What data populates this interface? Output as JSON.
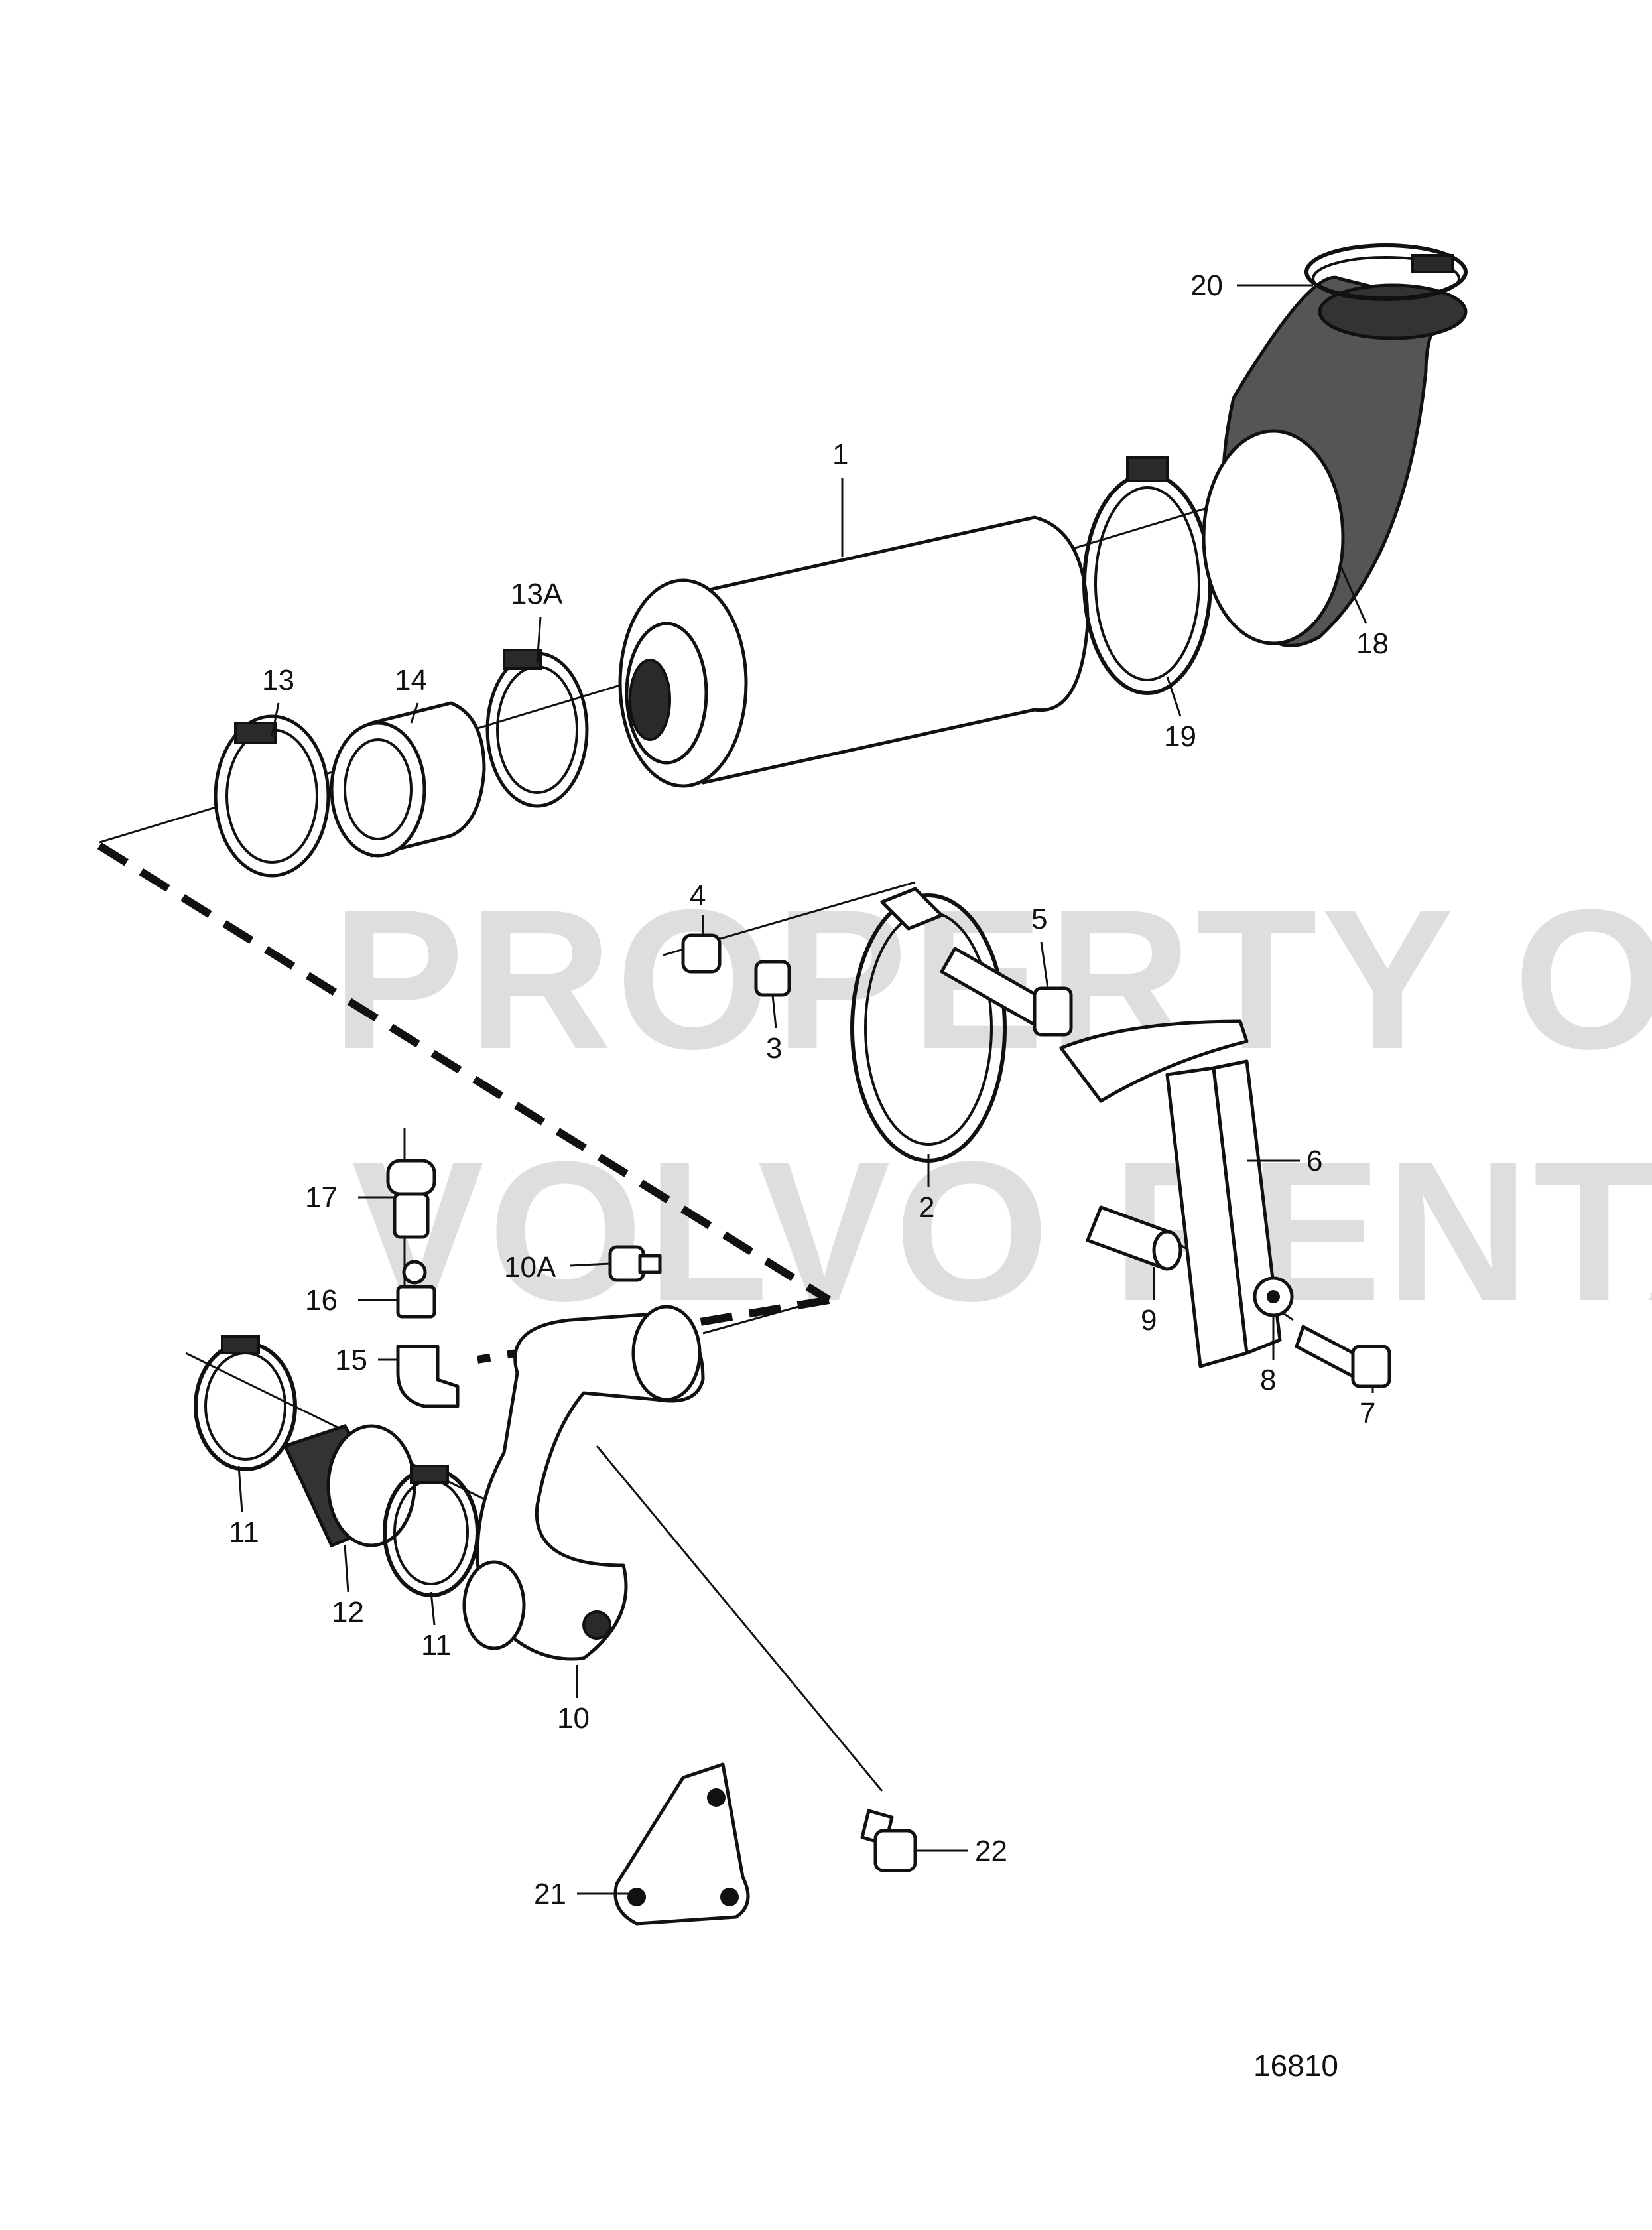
{
  "watermark": {
    "line1": "PROPERTY OF",
    "line2": "VOLVO PENTA"
  },
  "drawing_number": "16810",
  "callouts": {
    "c1": "1",
    "c2": "2",
    "c3": "3",
    "c4": "4",
    "c5": "5",
    "c6": "6",
    "c7": "7",
    "c8": "8",
    "c9": "9",
    "c10": "10",
    "c10a": "10A",
    "c11a": "11",
    "c11b": "11",
    "c12": "12",
    "c13": "13",
    "c13a": "13A",
    "c14": "14",
    "c15": "15",
    "c16": "16",
    "c17": "17",
    "c18": "18",
    "c19": "19",
    "c20": "20",
    "c21": "21",
    "c22": "22"
  }
}
